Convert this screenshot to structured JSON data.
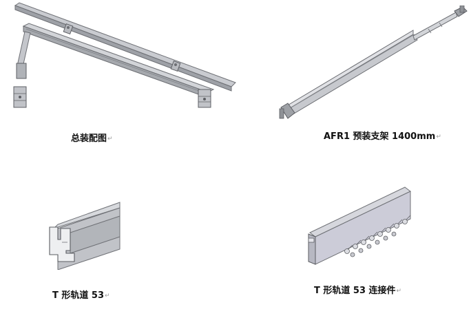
{
  "panels": [
    {
      "id": "assembly",
      "caption": "总装配图",
      "icon": "assembly-drawing"
    },
    {
      "id": "pre-assembled",
      "caption": "AFR1 预装支架 1400mm",
      "icon": "telescopic-bracket"
    },
    {
      "id": "t-rail",
      "caption": "T 形轨道 53",
      "icon": "t-rail-profile"
    },
    {
      "id": "t-rail-connector",
      "caption": "T 形轨道 53 连接件",
      "icon": "rail-connector-with-bolts"
    }
  ],
  "paragraph_mark": "↵"
}
